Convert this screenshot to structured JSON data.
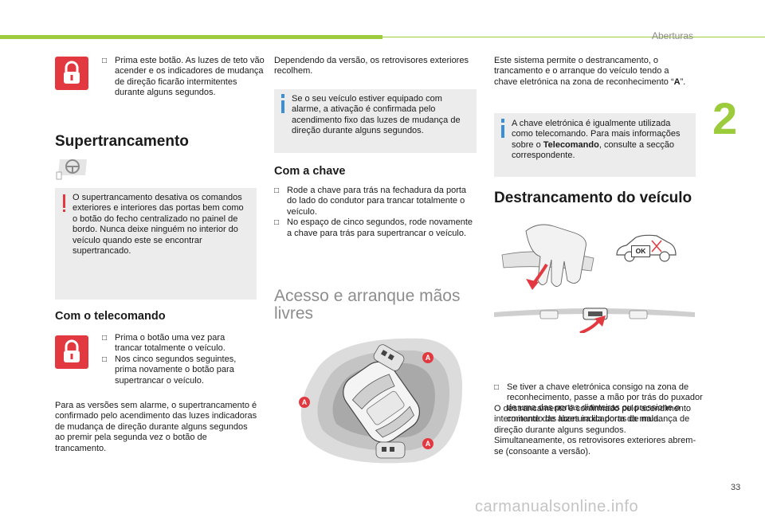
{
  "header": {
    "section": "Aberturas",
    "chapter": "2"
  },
  "footer": {
    "page": "33",
    "watermark": "carmanualsonline.info"
  },
  "col1": {
    "intro_bullet": "Prima este botão. As luzes de teto vão acender e os indicadores de mudança de direção ficarão intermitentes durante alguns segundos.",
    "h_super": "Supertrancamento",
    "warn_text": "O supertrancamento desativa os comandos exteriores e interiores das portas bem como o botão do fecho centralizado no painel de bordo. Nunca deixe ninguém no interior do veículo quando este se encontrar supertrancado.",
    "h_remote": "Com o telecomando",
    "remote_bullets": [
      "Prima o botão uma vez para trancar totalmente o veículo.",
      "Nos cinco segundos seguintes, prima novamente o botão para supertrancar o veículo."
    ],
    "para": "Para as versões sem alarme, o supertrancamento é confirmado pelo acendimento das luzes indicadoras de mudança de direção durante alguns segundos ao premir pela segunda vez o botão de trancamento."
  },
  "col2": {
    "para_top": "Dependendo da versão, os retrovisores exteriores recolhem.",
    "info_text": "Se o seu veículo estiver equipado com alarme, a ativação é confirmada pelo acendimento fixo das luzes de mudança de direção durante alguns segundos.",
    "h_key": "Com a chave",
    "key_bullets": [
      "Rode a chave para trás na fechadura da porta do lado do condutor para trancar totalmente o veículo.",
      "No espaço de cinco segundos, rode novamente a chave para trás para supertrancar o veículo."
    ],
    "h_hands_1": "Acesso e arranque mãos",
    "h_hands_2": "livres",
    "zone_label": "A"
  },
  "col3": {
    "para_top_1": "Este sistema permite o destrancamento, o trancamento e o arranque do veículo tendo a chave eletrónica na zona de reconhecimento “",
    "para_top_bold": "A",
    "para_top_2": "”.",
    "info_1": "A chave eletrónica é igualmente utilizada como telecomando. Para mais informações sobre o ",
    "info_bold": "Telecomando",
    "info_2": ", consulte a secção correspondente.",
    "h_unlock": "Destrancamento do veículo",
    "ok_label": "OK",
    "unlock_bullet": "Se tiver a chave eletrónica consigo na zona de reconhecimento, passe a mão por trás do puxador de uma das portas dianteiras ou pressione o comando de abertura da porta da mala.",
    "para_bottom": "O destrancamento é confirmado pelo acendimento intermitente das luzes indicadoras de mudança de direção durante alguns segundos. Simultaneamente, os retrovisores exteriores abrem-se (consoante a versão)."
  },
  "colors": {
    "accent_green": "#9ccb3b",
    "warn_red": "#e23940",
    "info_blue": "#3a8fd6",
    "box_grey": "#ececec"
  },
  "icons": [
    "lock-icon",
    "steering-wheel-icon",
    "warning-icon",
    "info-icon",
    "bullet-marker-icon",
    "zone-a-icon",
    "car-icon",
    "hand-icon",
    "arrow-icon"
  ]
}
